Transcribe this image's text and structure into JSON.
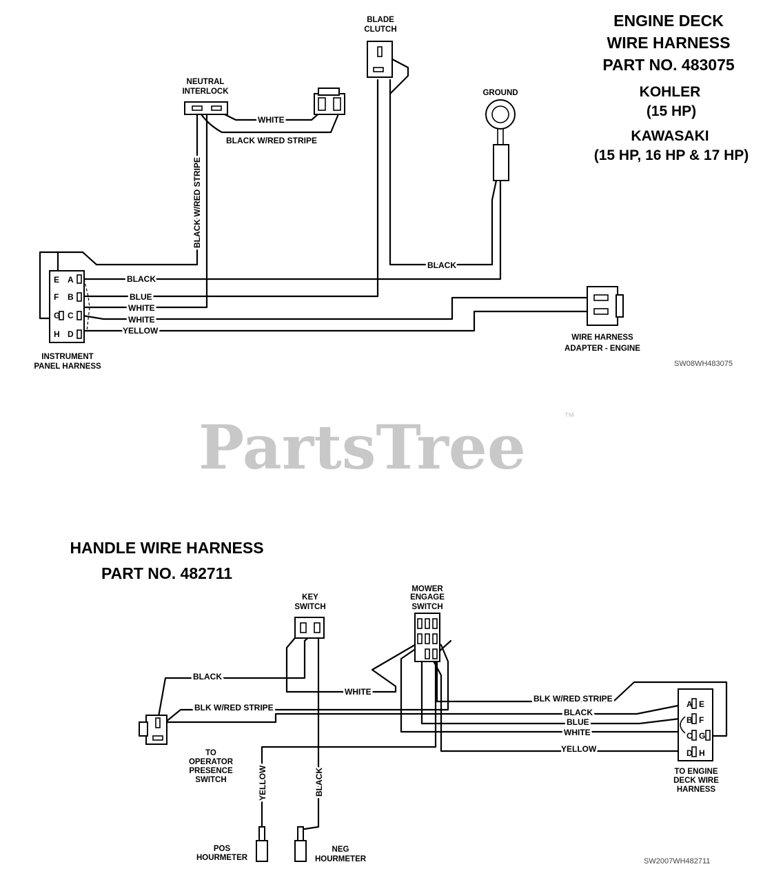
{
  "engine_deck": {
    "title_lines": [
      "ENGINE DECK",
      "WIRE HARNESS",
      "PART NO. 483075"
    ],
    "engine_lines": [
      "KOHLER",
      "(15 HP)",
      "KAWASAKI",
      "(15 HP, 16 HP & 17 HP)"
    ],
    "components": {
      "blade_clutch": [
        "BLADE",
        "CLUTCH"
      ],
      "neutral_interlock": [
        "NEUTRAL",
        "INTERLOCK"
      ],
      "ground": "GROUND",
      "instrument_panel": [
        "INSTRUMENT",
        "PANEL HARNESS"
      ],
      "adapter": [
        "WIRE HARNESS",
        "ADAPTER - ENGINE"
      ]
    },
    "pins_left": [
      "E",
      "F",
      "G",
      "H"
    ],
    "pins_right": [
      "A",
      "B",
      "C",
      "D"
    ],
    "wires": {
      "white_top": "WHITE",
      "black_red_stripe": "BLACK W/RED STRIPE",
      "black_red_stripe_vertical": "BLACK W/RED STRIPE",
      "black_ground": "BLACK",
      "black": "BLACK",
      "blue": "BLUE",
      "white1": "WHITE",
      "white2": "WHITE",
      "yellow": "YELLOW"
    },
    "drawing_code": "SW08WH483075"
  },
  "watermark": {
    "text": "PartsTree",
    "tm": "™"
  },
  "handle": {
    "title_lines": [
      "HANDLE WIRE HARNESS",
      "PART NO. 482711"
    ],
    "components": {
      "key_switch": [
        "KEY",
        "SWITCH"
      ],
      "mower_engage": [
        "MOWER",
        "ENGAGE",
        "SWITCH"
      ],
      "operator_presence": [
        "TO",
        "OPERATOR",
        "PRESENCE",
        "SWITCH"
      ],
      "to_engine_deck": [
        "TO ENGINE",
        "DECK WIRE",
        "HARNESS"
      ],
      "pos_hourmeter": [
        "POS",
        "HOURMETER"
      ],
      "neg_hourmeter": [
        "NEG",
        "HOURMETER"
      ]
    },
    "pins_left": [
      "A",
      "B",
      "C",
      "D"
    ],
    "pins_right": [
      "E",
      "F",
      "G",
      "H"
    ],
    "wires": {
      "black_top": "BLACK",
      "blk_red_left": "BLK W/RED STRIPE",
      "white": "WHITE",
      "blk_red_right": "BLK W/RED STRIPE",
      "black": "BLACK",
      "blue": "BLUE",
      "white2": "WHITE",
      "yellow": "YELLOW",
      "yellow_vertical": "YELLOW",
      "black_vertical": "BLACK"
    },
    "drawing_code": "SW2007WH482711"
  }
}
